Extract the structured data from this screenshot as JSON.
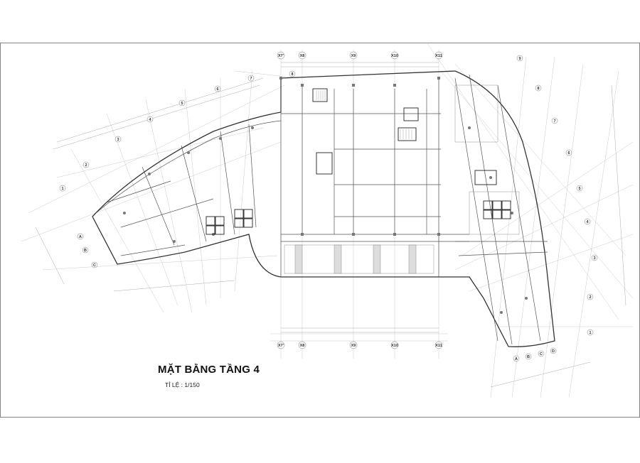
{
  "drawing": {
    "title": "MẶT BẰNG TẦNG 4",
    "scale": "TỈ LỆ : 1/150"
  },
  "grid_axes": {
    "top": [
      "X7'",
      "X8",
      "X9",
      "X10",
      "X11"
    ],
    "bottom": [
      "X7'",
      "X8",
      "X9",
      "X10",
      "X11"
    ],
    "left_numbers": [
      "1",
      "2",
      "3",
      "4",
      "5",
      "6",
      "7",
      "8"
    ],
    "left_letters": [
      "A",
      "B",
      "C"
    ],
    "right_numbers": [
      "1",
      "2",
      "3",
      "4",
      "5",
      "6",
      "7",
      "8",
      "9"
    ],
    "right_letters": [
      "A",
      "B",
      "C",
      "D"
    ]
  }
}
